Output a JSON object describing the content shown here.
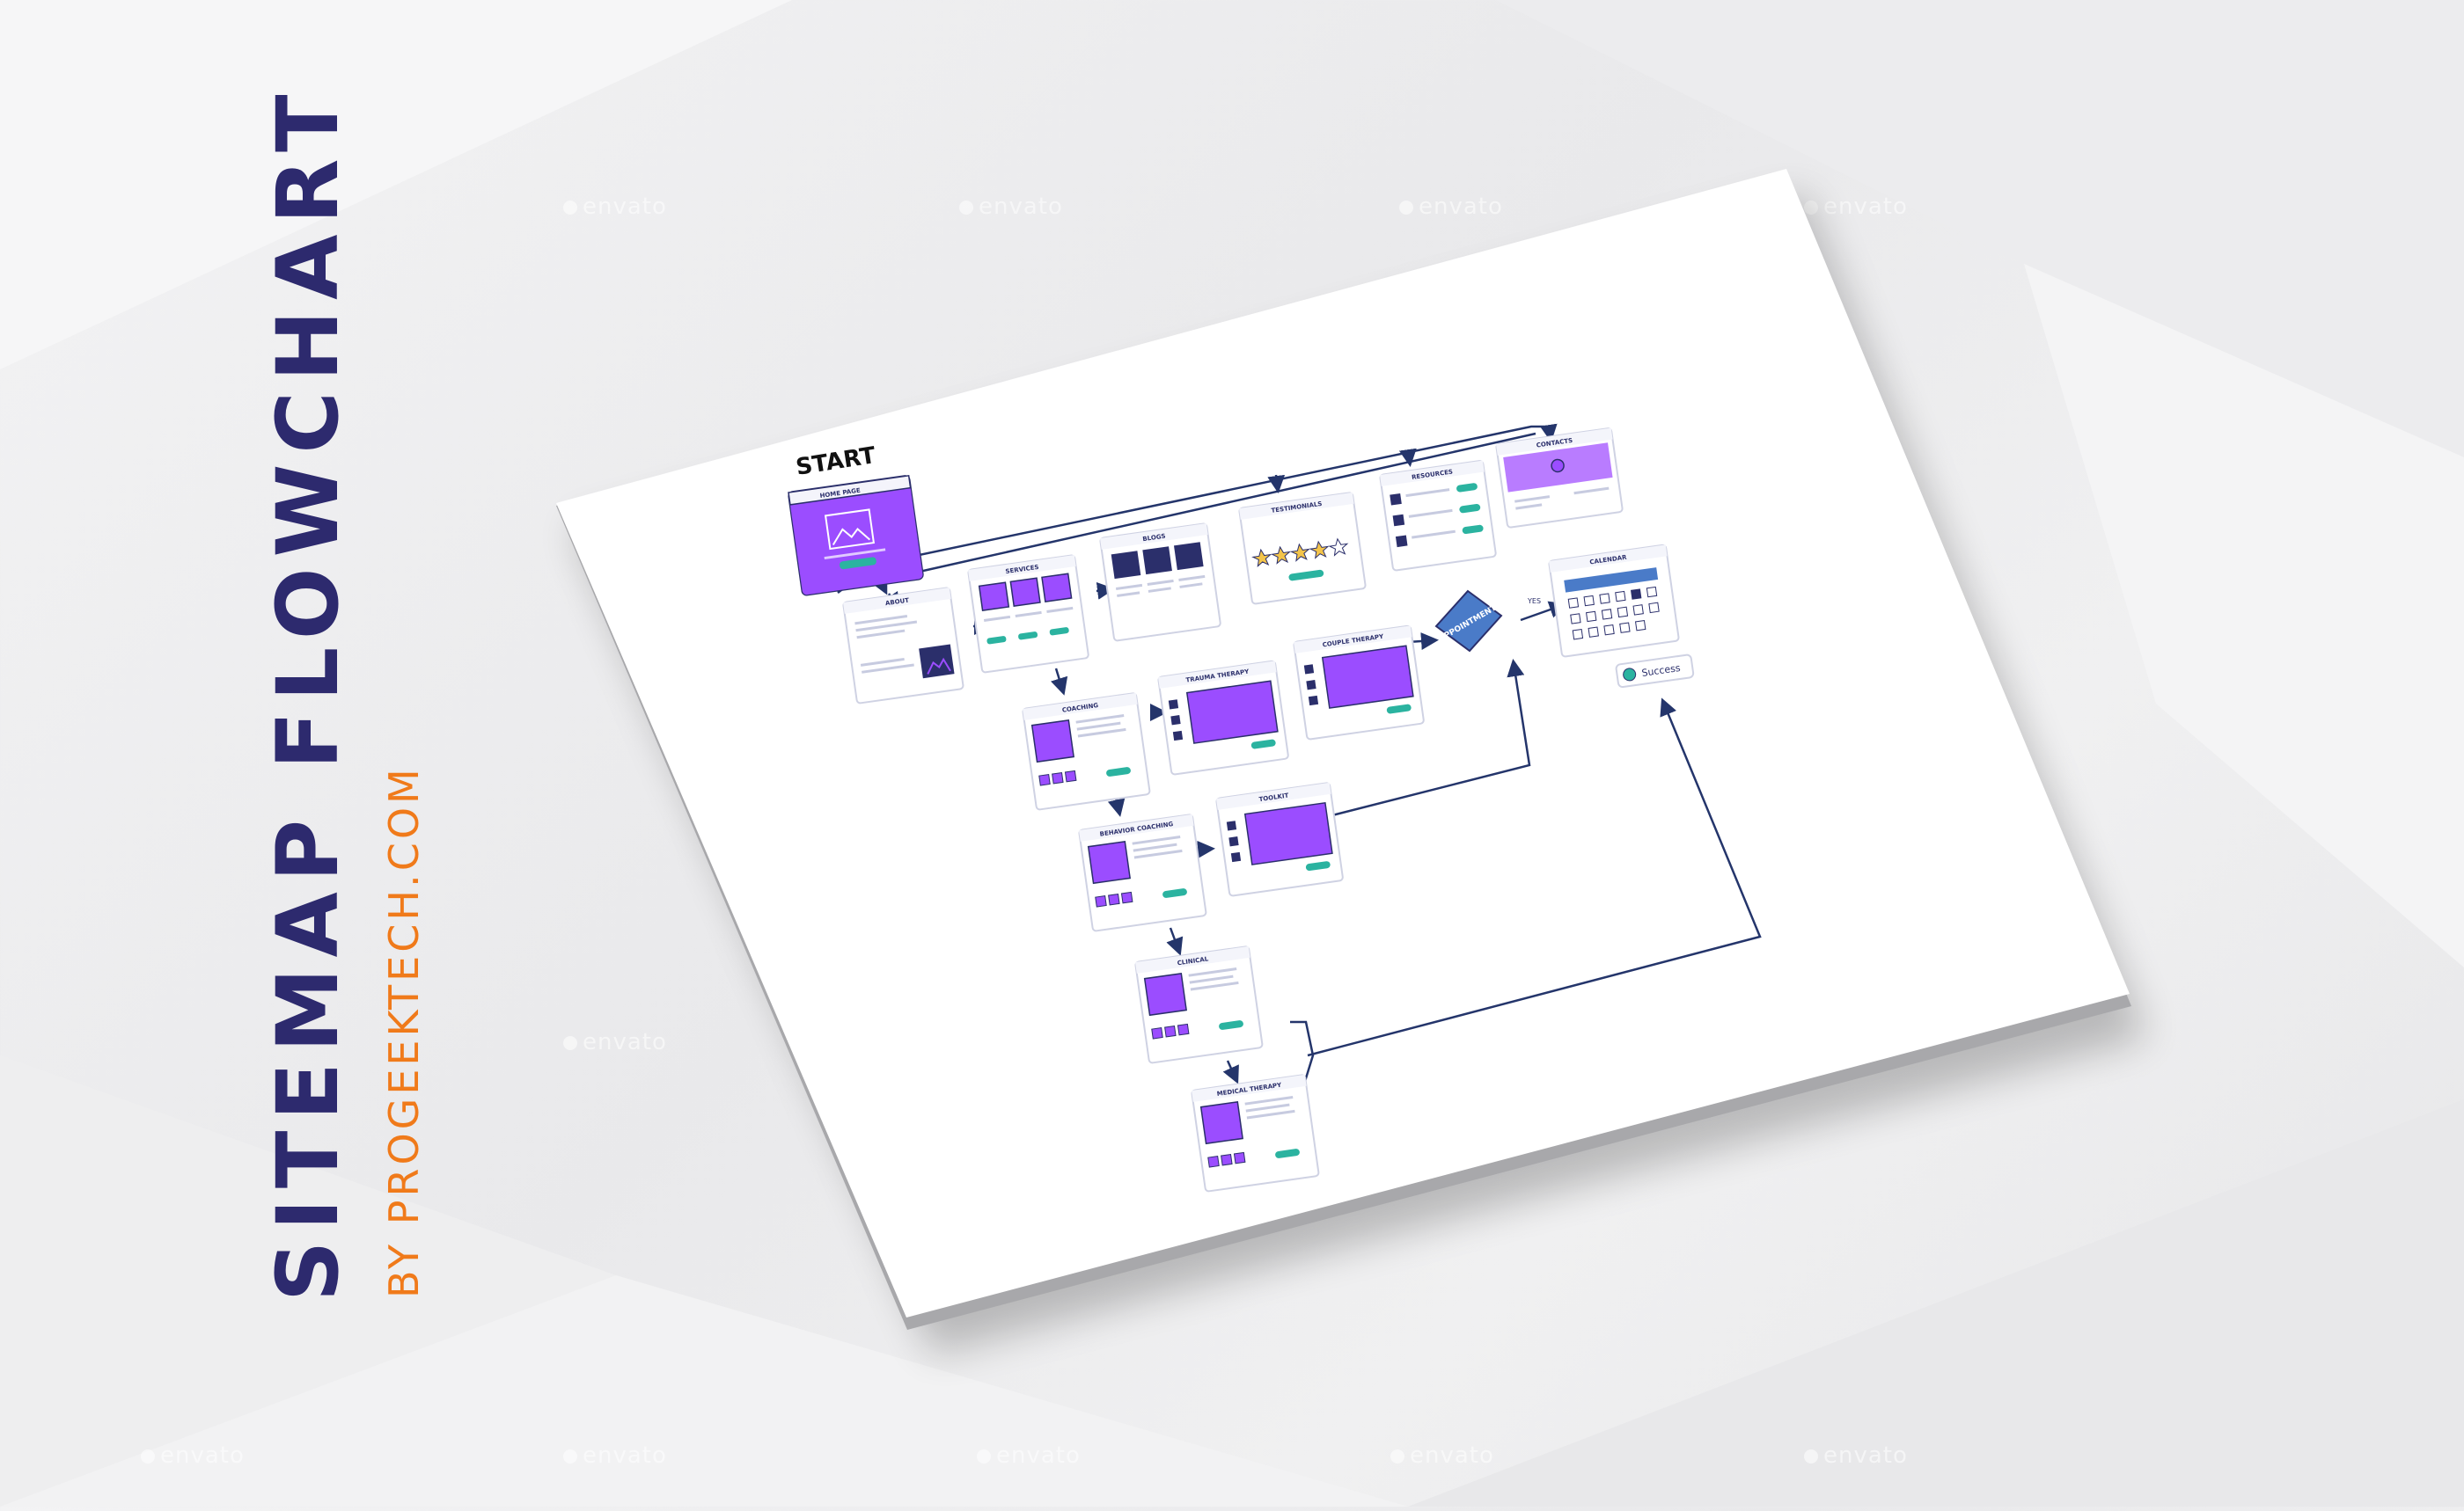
{
  "title": "SITEMAP FLOWCHART",
  "subtitle": "BY PROGEEKTECH.COM",
  "watermark": "envato",
  "start_label": "START",
  "pages": {
    "home": "HOME PAGE",
    "about": "ABOUT",
    "services": "SERVICES",
    "blogs": "BLOGS",
    "testimonials": "TESTIMONIALS",
    "resources": "RESOURCES",
    "contacts": "CONTACTS",
    "calendar": "CALENDAR",
    "coaching": "COACHING",
    "trauma": "TRAUMA THERAPY",
    "couple": "COUPLE THERAPY",
    "toolkit": "TOOLKIT",
    "behavior": "BEHAVIOR COACHING",
    "clinical": "CLINICAL",
    "medical": "MEDICAL THERAPY"
  },
  "decision_label": "APPOINTMENT",
  "decision_yes": "YES",
  "success_label": "Success",
  "colors": {
    "title": "#2d2a6e",
    "subtitle": "#f07a1a",
    "purple": "#9b4dff",
    "navy": "#2b2f6b",
    "teal": "#2bb3a0",
    "connector": "#24356b",
    "diamond": "#4a7bc8"
  }
}
